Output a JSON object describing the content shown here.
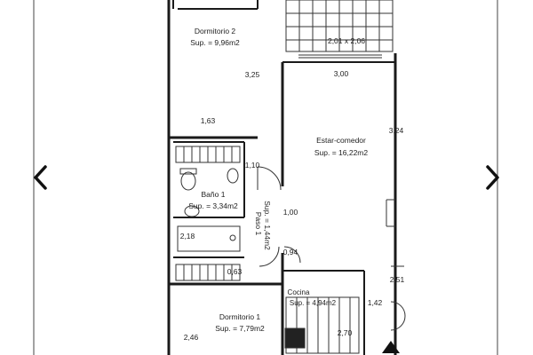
{
  "plan": {
    "rooms": {
      "dormitorio2": {
        "name": "Dormitorio 2",
        "area": "Sup. = 9,96m2"
      },
      "estar": {
        "name": "Estar-comedor",
        "area": "Sup. = 16,22m2"
      },
      "bano1": {
        "name": "Baño 1",
        "area": "Sup. = 3,34m2"
      },
      "paso1": {
        "name": "Paso 1",
        "area": "Sup. = 1,44m2"
      },
      "cocina": {
        "name": "Cocina",
        "area": "Sup. = 4,94m2"
      },
      "dormitorio1": {
        "name": "Dormitorio 1",
        "area": "Sup. = 7,79m2"
      }
    },
    "dimensions": {
      "terrace": "2,01 x 2,06",
      "d_300": "3,00",
      "d_325": "3,25",
      "d_163": "1,63",
      "d_324": "3,24",
      "d_110": "1,10",
      "d_100": "1,00",
      "d_218": "2,18",
      "d_094": "0,94",
      "d_063": "0,63",
      "d_251": "2,51",
      "d_142": "1,42",
      "d_246": "2,46",
      "d_270": "2,70"
    }
  },
  "navigation": {
    "prev_icon": "chevron-left-icon",
    "next_icon": "chevron-right-icon"
  }
}
